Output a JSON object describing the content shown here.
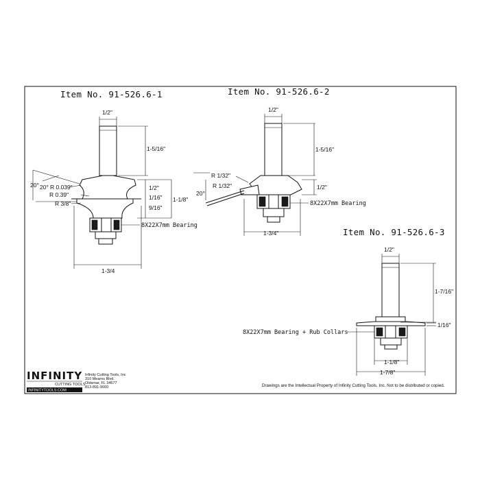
{
  "items": {
    "one": {
      "title": "Item No. 91-526.6-1",
      "shank_dia": "1/2\"",
      "shank_len": "1-5/16\"",
      "profile_h": "1/2\"",
      "cut_gap": "1/16\"",
      "lower_h": "9/16\"",
      "overall_h": "1-1/8\"",
      "angle_a": "20°",
      "angle_b": "20°",
      "radius_a": "R 0.039\"",
      "radius_b": "R 0.39\"",
      "radius_c": "R 3/8\"",
      "bearing": "8X22X7mm Bearing",
      "overall_dia": "1-3/4"
    },
    "two": {
      "title": "Item No. 91-526.6-2",
      "shank_dia": "1/2\"",
      "shank_len": "1-5/16\"",
      "radius_a": "R 1/32\"",
      "radius_b": "R 1/32\"",
      "angle": "20°",
      "profile_h": "1/2\"",
      "bearing": "8X22X7mm Bearing",
      "overall_dia": "1-3/4\""
    },
    "three": {
      "title": "Item No. 91-526.6-3",
      "shank_dia": "1/2\"",
      "shank_len": "1-7/16\"",
      "blade_h": "1/16\"",
      "bearing": "8X22X7mm Bearing + Rub Collars",
      "collar_dia": "1-1/8\"",
      "overall_dia": "1-7/8\""
    }
  },
  "company": {
    "brand": "INFINITY",
    "tagline": "CUTTING TOOLS",
    "website": "INFINITYTOOLS.COM",
    "name": "Infinity Cutting Tools, Inc",
    "street": "310 Mearns Blvd.",
    "city": "Oldsmar, FL 34677",
    "phone": "813-891-9000"
  },
  "copyright": "Drawings are the Intellectual Property of Infinity Cutting Tools, Inc. Not to be distributed or copied."
}
